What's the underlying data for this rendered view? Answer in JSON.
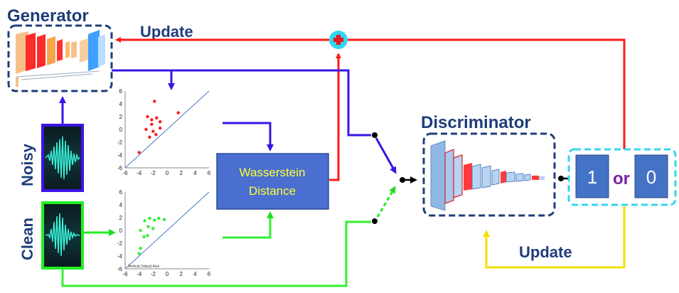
{
  "labels": {
    "generator": "Generator",
    "update_top": "Update",
    "noisy": "Noisy",
    "clean": "Clean",
    "wasserstein_line1": "Wasserstein",
    "wasserstein_line2": "Distance",
    "discriminator": "Discriminator",
    "output_one": "1",
    "output_or": "or",
    "output_zero": "0",
    "update_bottom": "Update",
    "plus_symbol": "+"
  },
  "plot_axis_ticks": {
    "y": [
      "6",
      "4",
      "2",
      "0",
      "-2",
      "-4",
      "-6"
    ],
    "x": [
      "-6",
      "-4",
      "-2",
      "0",
      "2",
      "4",
      "6"
    ],
    "axis_caption": "Vertical (Value) Axis"
  },
  "scatter_noisy": [
    [
      -2.8,
      2.0
    ],
    [
      -1.8,
      4.4
    ],
    [
      -2.2,
      1.5
    ],
    [
      -2.2,
      0.8
    ],
    [
      -1.5,
      1.8
    ],
    [
      -1.0,
      1.2
    ],
    [
      -1.0,
      0.2
    ],
    [
      -2.0,
      -0.3
    ],
    [
      -3.0,
      0.0
    ],
    [
      -2.5,
      -1.2
    ],
    [
      -1.6,
      -0.8
    ],
    [
      -4.0,
      -3.6
    ],
    [
      1.6,
      2.6
    ]
  ],
  "scatter_clean": [
    [
      -3.8,
      0.0
    ],
    [
      -3.2,
      1.5
    ],
    [
      -2.5,
      1.9
    ],
    [
      -1.8,
      1.6
    ],
    [
      -1.2,
      1.9
    ],
    [
      -0.4,
      1.7
    ],
    [
      -2.7,
      0.6
    ],
    [
      -2.0,
      0.3
    ],
    [
      -3.3,
      -1.0
    ],
    [
      -2.8,
      -0.8
    ],
    [
      -3.8,
      -2.8
    ],
    [
      -4.0,
      -3.6
    ]
  ],
  "colors": {
    "title_blue": "#1f3d7a",
    "red": "#ff1a1a",
    "purple": "#3b14e6",
    "green": "#33ee33",
    "yellow": "#ffee00",
    "wasserstein_fill": "#4a6fd0",
    "wasserstein_text": "#ffff33",
    "output_fill": "#4472c4",
    "or_color": "#7a1fa2",
    "cyan": "#33d6f0"
  }
}
